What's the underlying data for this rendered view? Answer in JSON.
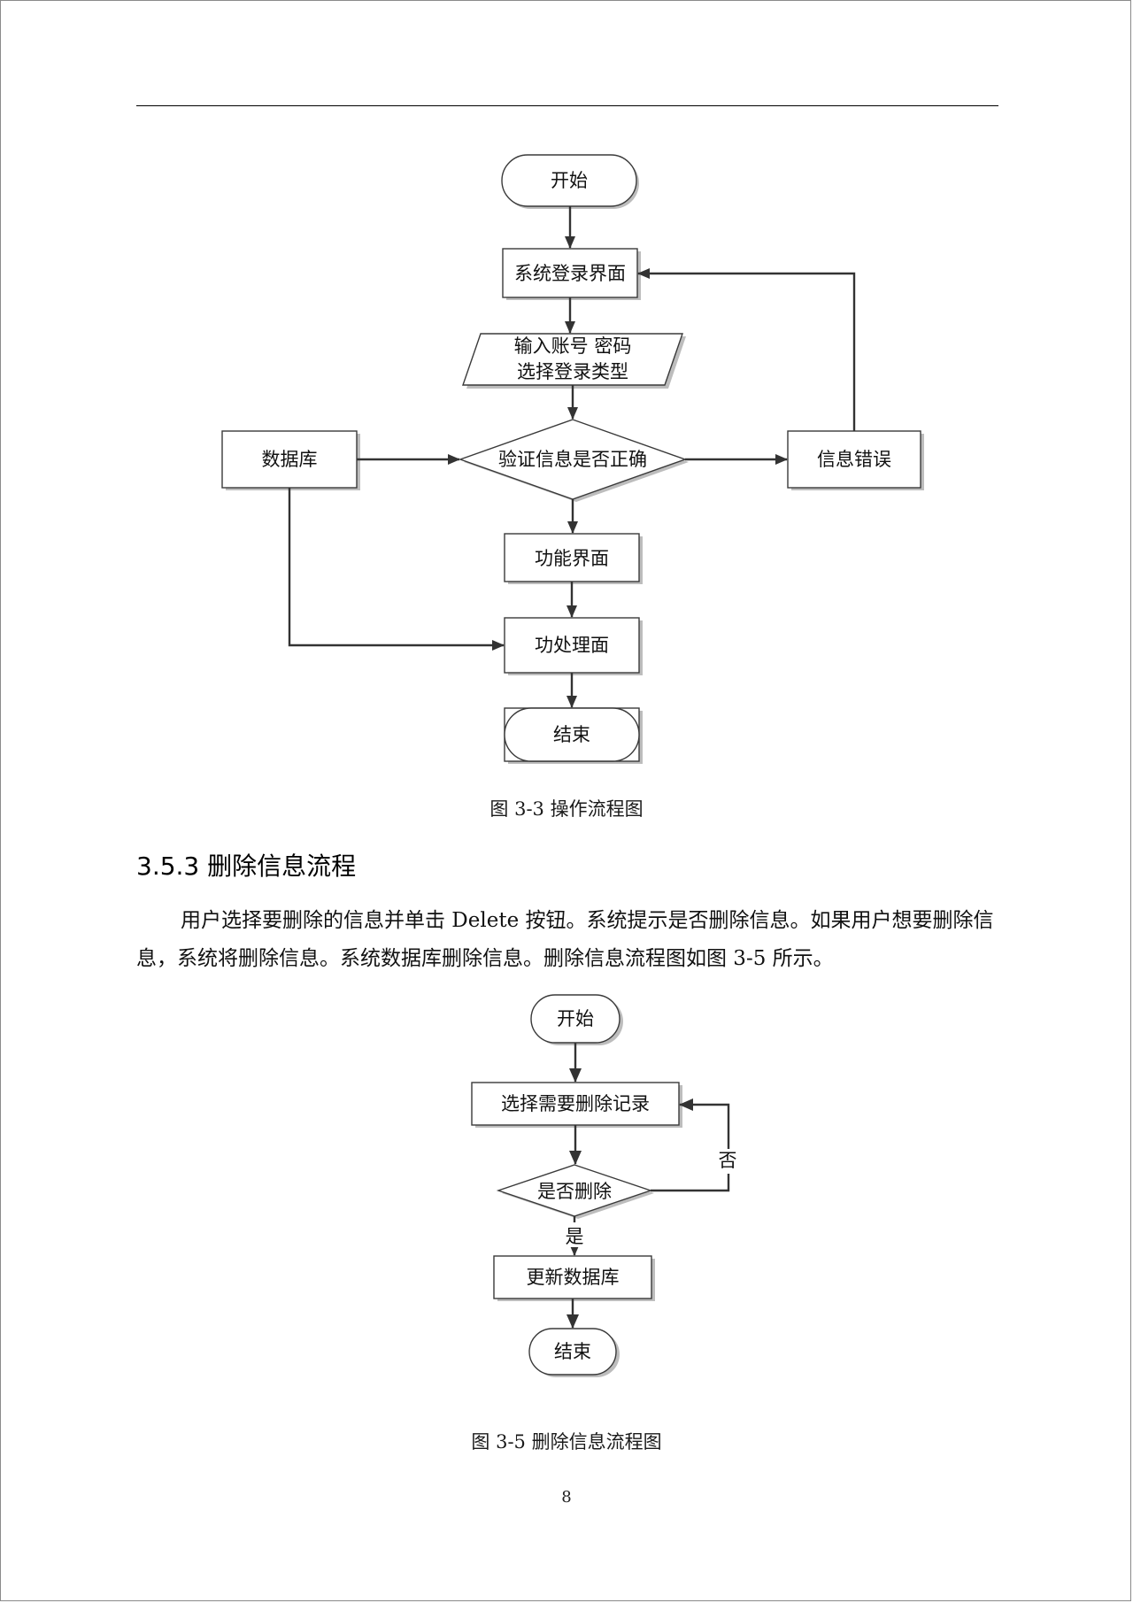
{
  "figure1": {
    "nodes": {
      "start": "开始",
      "login": "系统登录界面",
      "input_line1": "输入账号 密码",
      "input_line2": "选择登录类型",
      "database": "数据库",
      "verify": "验证信息是否正确",
      "error": "信息错误",
      "function_ui": "功能界面",
      "process_ui": "功处理面",
      "end": "结束"
    },
    "caption": "图 3-3 操作流程图"
  },
  "section": {
    "heading": "3.5.3 删除信息流程",
    "paragraph": "用户选择要删除的信息并单击 Delete 按钮。系统提示是否删除信息。如果用户想要删除信息，系统将删除信息。系统数据库删除信息。删除信息流程图如图 3-5 所示。"
  },
  "figure2": {
    "nodes": {
      "start": "开始",
      "select": "选择需要删除记录",
      "decide": "是否删除",
      "update": "更新数据库",
      "end": "结束"
    },
    "labels": {
      "no": "否",
      "yes": "是"
    },
    "caption": "图 3-5 删除信息流程图"
  },
  "page_number": "8"
}
